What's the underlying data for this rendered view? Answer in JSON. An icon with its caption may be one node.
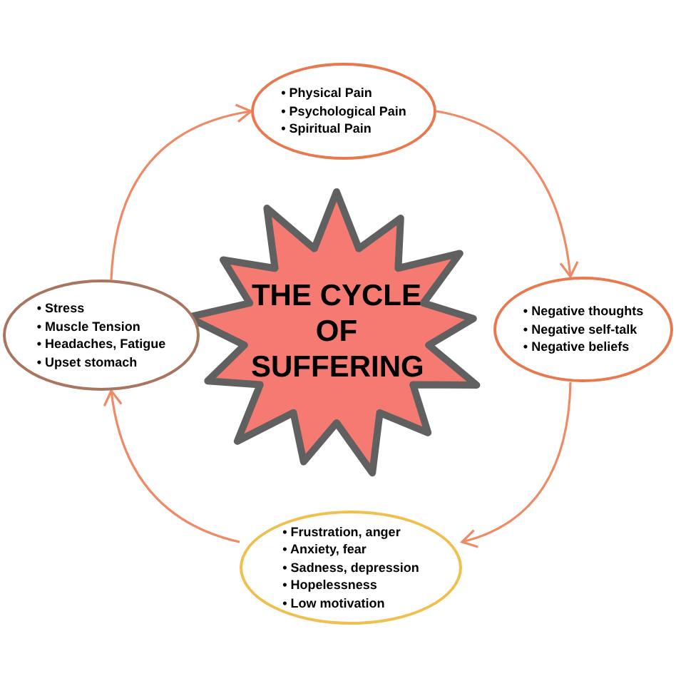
{
  "diagram": {
    "nodes": [
      {
        "text": [
          "THE CYCLE OF SUFFERING"
        ]
      },
      {
        "text": [
          "• Physical Pain",
          "• Psychological Pain",
          "• Spiritual Pain"
        ]
      },
      {
        "text": [
          "• Negative thoughts",
          "• Negative self-talk",
          "• Negative beliefs"
        ]
      },
      {
        "text": [
          "• Frustration, anger",
          "• Anxiety, fear",
          "• Sadness, depression",
          "• Hopelessness",
          "• Low motivation"
        ]
      },
      {
        "text": [
          "• Stress",
          "• Muscle Tension",
          "• Headaches, Fatigue",
          "• Upset stomach"
        ]
      }
    ],
    "edges": [
      {
        "from": 1,
        "to": 2,
        "arrow": "to"
      },
      {
        "from": 2,
        "to": 3,
        "arrow": "to"
      },
      {
        "from": 3,
        "to": 4,
        "arrow": "to"
      },
      {
        "from": 4,
        "to": 1,
        "arrow": "to"
      }
    ]
  }
}
